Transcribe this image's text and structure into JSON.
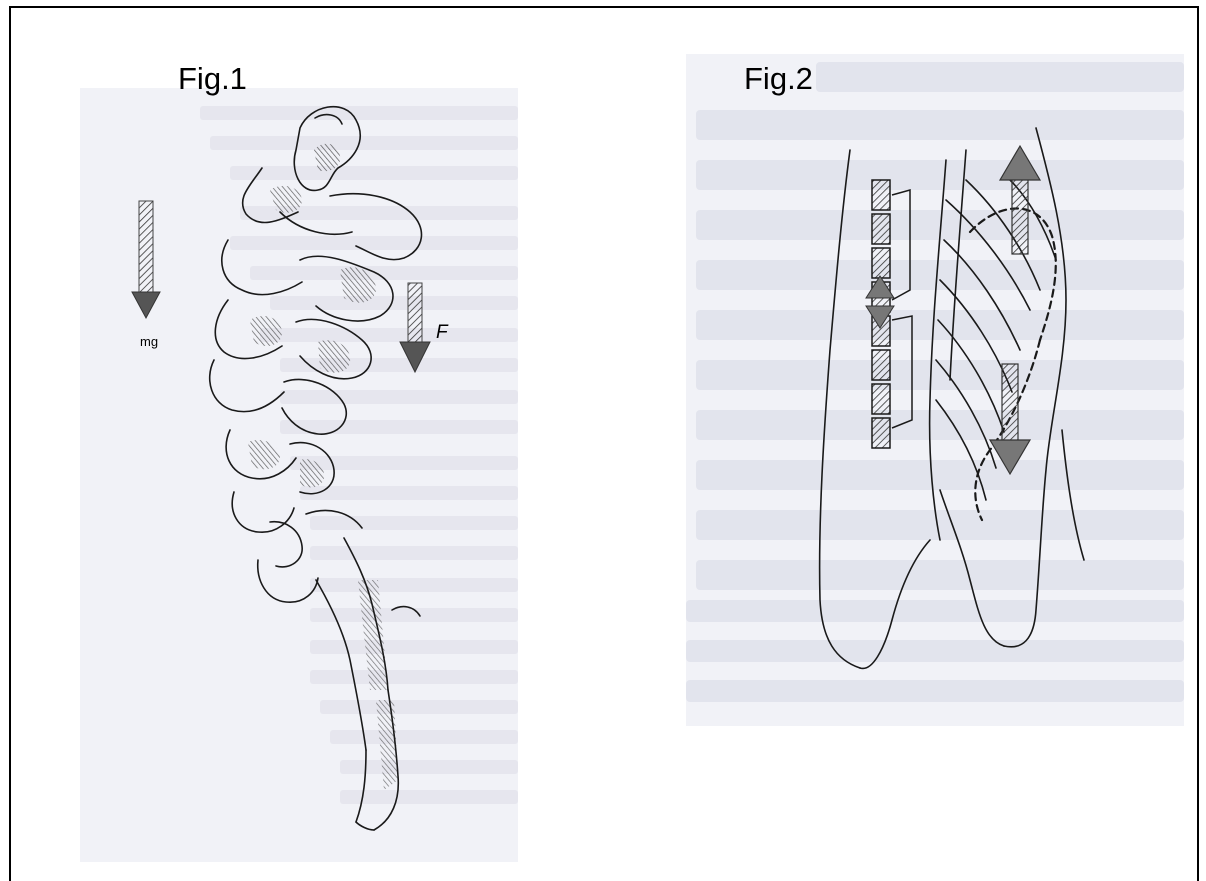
{
  "figures": {
    "fig1": {
      "label": "Fig.1",
      "weight_label": "mg",
      "force_label": "F",
      "arrow_color": "#5a5a5a"
    },
    "fig2": {
      "label": "Fig.2",
      "arrow_color": "#6a6a6a"
    }
  },
  "colors": {
    "frame": "#000000",
    "scan_background": "#f1f2f7",
    "sketch_ink": "#1a1a1a"
  }
}
